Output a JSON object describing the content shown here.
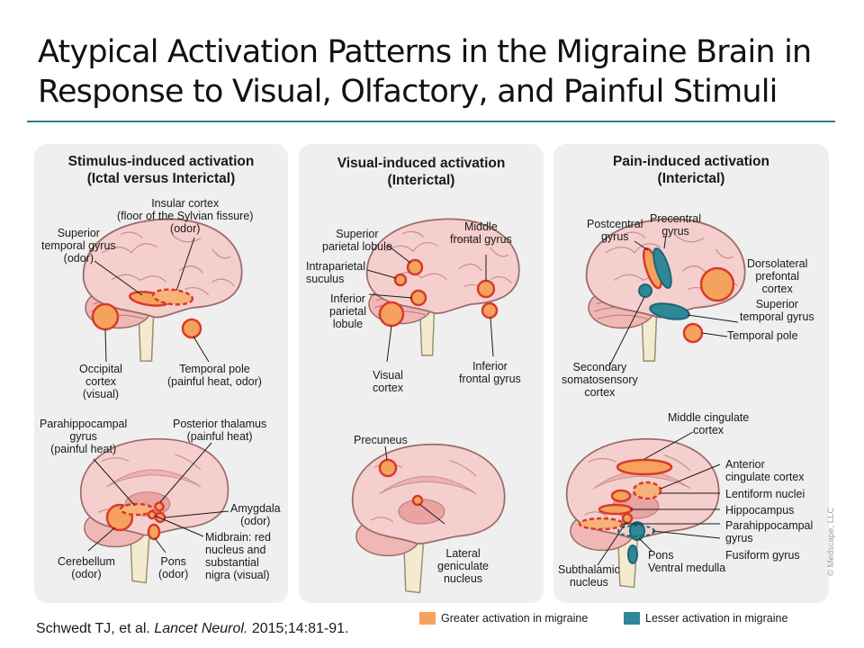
{
  "title": "Atypical Activation Patterns in the Migraine Brain in Response to Visual, Olfactory, and Painful Stimuli",
  "colors": {
    "greater": "#f5a25d",
    "lesser": "#2f8798",
    "outline": "#d93a2b",
    "brain": "#f4c9c7",
    "rule": "#2f7e8e"
  },
  "panels": [
    {
      "title": "Stimulus-induced activation\n(Ictal versus Interictal)",
      "labels": {
        "insular": "Insular cortex\n(floor of the Sylvian fissure)\n(odor)",
        "superior_temporal": "Superior\ntemporal gyrus\n(odor)",
        "occipital": "Occipital\ncortex\n(visual)",
        "temporal_pole": "Temporal pole\n(painful heat, odor)",
        "parahippocampal": "Parahippocampal\ngyrus\n(painful heat)",
        "posterior_thalamus": "Posterior thalamus\n(painful heat)",
        "amygdala": "Amygdala\n(odor)",
        "midbrain": "Midbrain: red\nnucleus and\nsubstantial\nnigra (visual)",
        "cerebellum": "Cerebellum\n(odor)",
        "pons": "Pons\n(odor)"
      }
    },
    {
      "title": "Visual-induced activation\n(Interictal)",
      "labels": {
        "superior_parietal": "Superior\nparietal lobule",
        "middle_frontal": "Middle\nfrontal gyrus",
        "intraparietal": "Intraparietal\nsuculus",
        "inferior_parietal": "Inferior\nparietal\nlobule",
        "visual_cortex": "Visual\ncortex",
        "inferior_frontal": "Inferior\nfrontal gyrus",
        "precuneus": "Precuneus",
        "lateral_geniculate": "Lateral\ngeniculate\nnucleus"
      }
    },
    {
      "title": "Pain-induced activation\n(Interictal)",
      "labels": {
        "postcentral": "Postcentral\ngyrus",
        "precentral": "Precentral\ngyrus",
        "dorsolateral": "Dorsolateral\nprefontal\ncortex",
        "superior_temporal": "Superior\ntemporal gyrus",
        "temporal_pole": "Temporal pole",
        "secondary_somatosensory": "Secondary\nsomatosensory\ncortex",
        "middle_cingulate": "Middle cingulate\ncortex",
        "anterior_cingulate": "Anterior\ncingulate cortex",
        "lentiform": "Lentiform nuclei",
        "hippocampus": "Hippocampus",
        "parahippocampal": "Parahippocampal\ngyrus",
        "fusiform": "Fusiform gyrus",
        "pons": "Pons",
        "ventral_medulla": "Ventral medulla",
        "subthalamic": "Subthalamic\nnucleus"
      }
    }
  ],
  "legend": {
    "greater": "Greater activation in migraine",
    "lesser": "Lesser activation in migraine"
  },
  "citation": {
    "authors": "Schwedt TJ, et al.",
    "journal": "Lancet Neurol.",
    "details": "2015;14:81-91."
  },
  "copyright": "© Medscape, LLC"
}
